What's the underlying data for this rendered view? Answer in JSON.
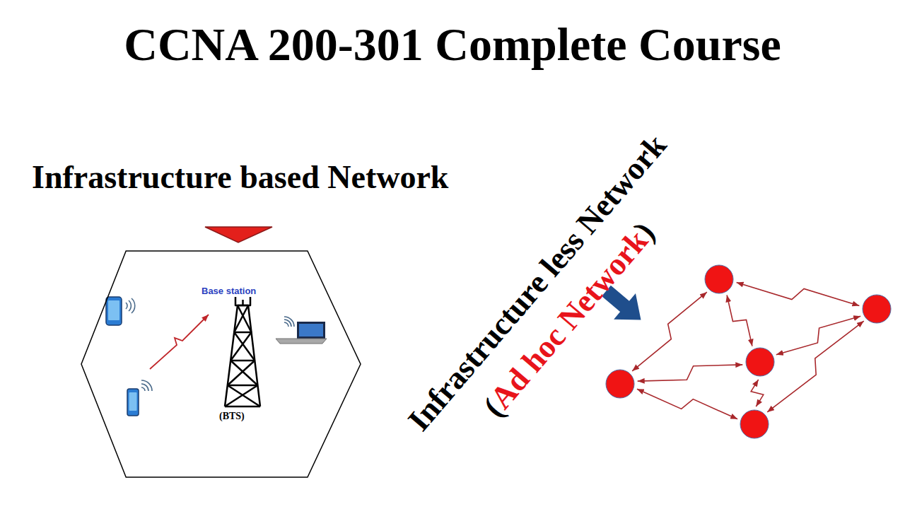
{
  "diagram": {
    "title": "CCNA 200-301 Complete Course",
    "nodes": [
      {
        "text": [
          "Infrastructure based Network",
          "Base station",
          "(BTS)"
        ]
      },
      {
        "text": []
      },
      {
        "text": []
      },
      {
        "text": []
      },
      {
        "text": []
      },
      {
        "text": []
      }
    ],
    "edges": [
      {
        "from": 1,
        "to": 2,
        "arrow": "both"
      },
      {
        "from": 1,
        "to": 3,
        "arrow": "both"
      },
      {
        "from": 4,
        "to": 1,
        "arrow": "both"
      },
      {
        "from": 4,
        "to": 3,
        "arrow": "both"
      },
      {
        "from": 4,
        "to": 5,
        "arrow": "both"
      },
      {
        "from": 3,
        "to": 5,
        "arrow": "both"
      },
      {
        "from": 3,
        "to": 2,
        "arrow": "both"
      },
      {
        "from": 5,
        "to": 2,
        "arrow": "both"
      }
    ],
    "labels": [
      "Infrastructure less Network",
      "(",
      "Ad hoc Network",
      ")"
    ]
  }
}
